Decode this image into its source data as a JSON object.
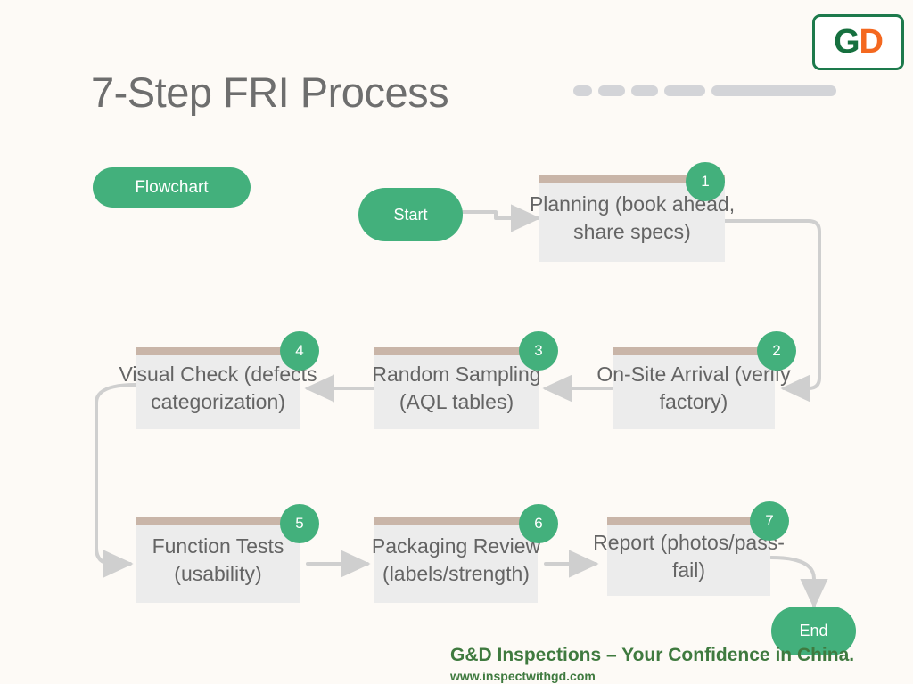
{
  "header": {
    "title": "7-Step FRI Process",
    "badge_label": "Flowchart",
    "logo_left": "G",
    "logo_right": "D",
    "progress_dashes": [
      5,
      5,
      5,
      5,
      5
    ]
  },
  "flow": {
    "start_label": "Start",
    "end_label": "End",
    "steps": [
      {
        "num": "1",
        "label": "Planning (book ahead, share specs)"
      },
      {
        "num": "2",
        "label": "On-Site Arrival (verify factory)"
      },
      {
        "num": "3",
        "label": "Random Sampling (AQL tables)"
      },
      {
        "num": "4",
        "label": "Visual Check (defects categorization)"
      },
      {
        "num": "5",
        "label": "Function Tests (usability)"
      },
      {
        "num": "6",
        "label": "Packaging Review (labels/strength)"
      },
      {
        "num": "7",
        "label": "Report (photos/pass-fail)"
      }
    ]
  },
  "footer": {
    "tagline": "G&D Inspections – Your Confidence in China.",
    "website": "www.inspectwithgd.com"
  },
  "colors": {
    "green": "#43b07c",
    "bar_tan": "#c9b5a8",
    "box_gray": "#ececec",
    "text_gray": "#646464",
    "connector": "#cfcfcf",
    "background": "#fdfaf6",
    "logo_green": "#16703f",
    "logo_orange": "#f4681f",
    "footer_green": "#3f7a3f"
  }
}
